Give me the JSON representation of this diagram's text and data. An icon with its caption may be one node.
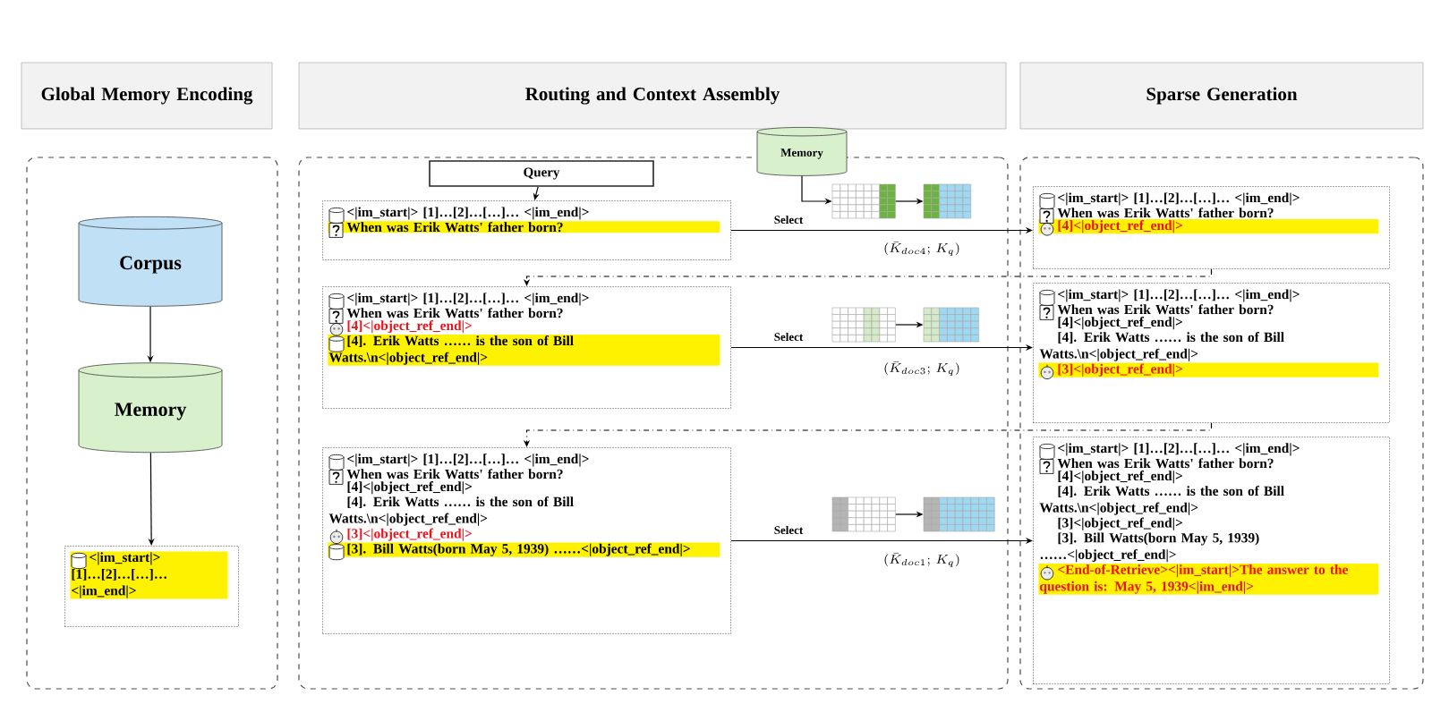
{
  "diagram": {
    "nodes": [
      {
        "text": [
          "Global Memory Encoding"
        ]
      },
      {
        "text": [
          "Routing and Context Assembly"
        ]
      },
      {
        "text": [
          "Sparse Generation"
        ]
      },
      {
        "text": [],
        "shape": "box"
      },
      {
        "text": [
          "Corpus"
        ],
        "in": 3
      },
      {
        "text": [
          "Memory"
        ],
        "in": 3
      },
      {
        "text": [
          "<|im_start|> [1]…[2]…[…]… <|im_end|>"
        ],
        "in": 3
      },
      {
        "text": [],
        "shape": "box"
      },
      {
        "text": [
          "Query"
        ],
        "in": 7
      },
      {
        "text": [
          "Memory"
        ]
      },
      {
        "text": [
          "<|im_start|> [1]…[2]…[…]… <|im_end|>",
          "When was Erik Watts' father born?"
        ],
        "in": 7
      },
      {
        "text": [
          "<|im_start|> [1]…[2]…[…]… <|im_end|>",
          "When was Erik Watts' father born?",
          "[4]<|object_ref_end|>",
          "[4]. Erik Watts …… is the son of Bill Watts.\\n<|object_ref_end|>"
        ],
        "in": 7
      },
      {
        "text": [
          "<|im_start|> [1]…[2]…[…]… <|im_end|>",
          "When was Erik Watts' father born?",
          "[4]<|object_ref_end|>",
          "[4]. Erik Watts …… is the son of Bill Watts.\\n<|object_ref_end|>",
          "[3]<|object_ref_end|>",
          "[3]. Bill Watts(born May 5, 1939) ……<|object_ref_end|>"
        ],
        "in": 7
      },
      {
        "text": [],
        "shape": "box"
      },
      {
        "text": [
          "<|im_start|> [1]…[2]…[…]… <|im_end|>",
          "When was Erik Watts' father born?",
          "[4]<|object_ref_end|>"
        ],
        "in": 13
      },
      {
        "text": [
          "<|im_start|> [1]…[2]…[…]… <|im_end|>",
          "When was Erik Watts' father born?",
          "[4]<|object_ref_end|>",
          "[4]. Erik Watts …… is the son of Bill Watts.\\n<|object_ref_end|>",
          "[3]<|object_ref_end|>"
        ],
        "in": 13
      },
      {
        "text": [
          "<|im_start|> [1]…[2]…[…]… <|im_end|>",
          "When was Erik Watts' father born?",
          "[4]<|object_ref_end|>",
          "[4]. Erik Watts …… is the son of Bill Watts.\\n<|object_ref_end|>",
          "[3]<|object_ref_end|>",
          "[3]. Bill Watts(born May 5, 1939) ……<|object_ref_end|>",
          "<End-of-Retrieve><|im_start|>The answer to the question is: May 5, 1939<|im_end|>"
        ],
        "in": 13
      },
      {
        "text": [],
        "shape": "grid",
        "in": 7
      },
      {
        "text": [],
        "shape": "grid",
        "in": 7
      },
      {
        "text": [],
        "shape": "grid",
        "in": 7
      },
      {
        "text": [],
        "shape": "grid",
        "in": 7
      },
      {
        "text": [],
        "shape": "grid",
        "in": 7
      },
      {
        "text": [],
        "shape": "grid",
        "in": 7
      }
    ],
    "edges": [
      {
        "from": 4,
        "to": 5,
        "arrow": "to"
      },
      {
        "from": 5,
        "to": 6,
        "arrow": "to"
      },
      {
        "from": 8,
        "to": 10,
        "arrow": "to"
      },
      {
        "from": 9,
        "to": 17,
        "arrow": "to"
      },
      {
        "from": 17,
        "to": 18,
        "arrow": "to"
      },
      {
        "from": 10,
        "to": 14,
        "arrow": "to",
        "label": "Select"
      },
      {
        "from": 14,
        "to": 11,
        "arrow": "to",
        "style": "dashed"
      },
      {
        "from": 19,
        "to": 20,
        "arrow": "to"
      },
      {
        "from": 11,
        "to": 15,
        "arrow": "to",
        "label": "Select"
      },
      {
        "from": 15,
        "to": 12,
        "arrow": "to",
        "style": "dashed"
      },
      {
        "from": 21,
        "to": 22,
        "arrow": "to"
      },
      {
        "from": 12,
        "to": 16,
        "arrow": "to",
        "label": "Select"
      }
    ],
    "labels": [
      "(\\bar{K}_{doc4};\\, K_q)",
      "(\\bar{K}_{doc3};\\, K_q)",
      "(\\bar{K}_{doc1};\\, K_q)"
    ]
  }
}
